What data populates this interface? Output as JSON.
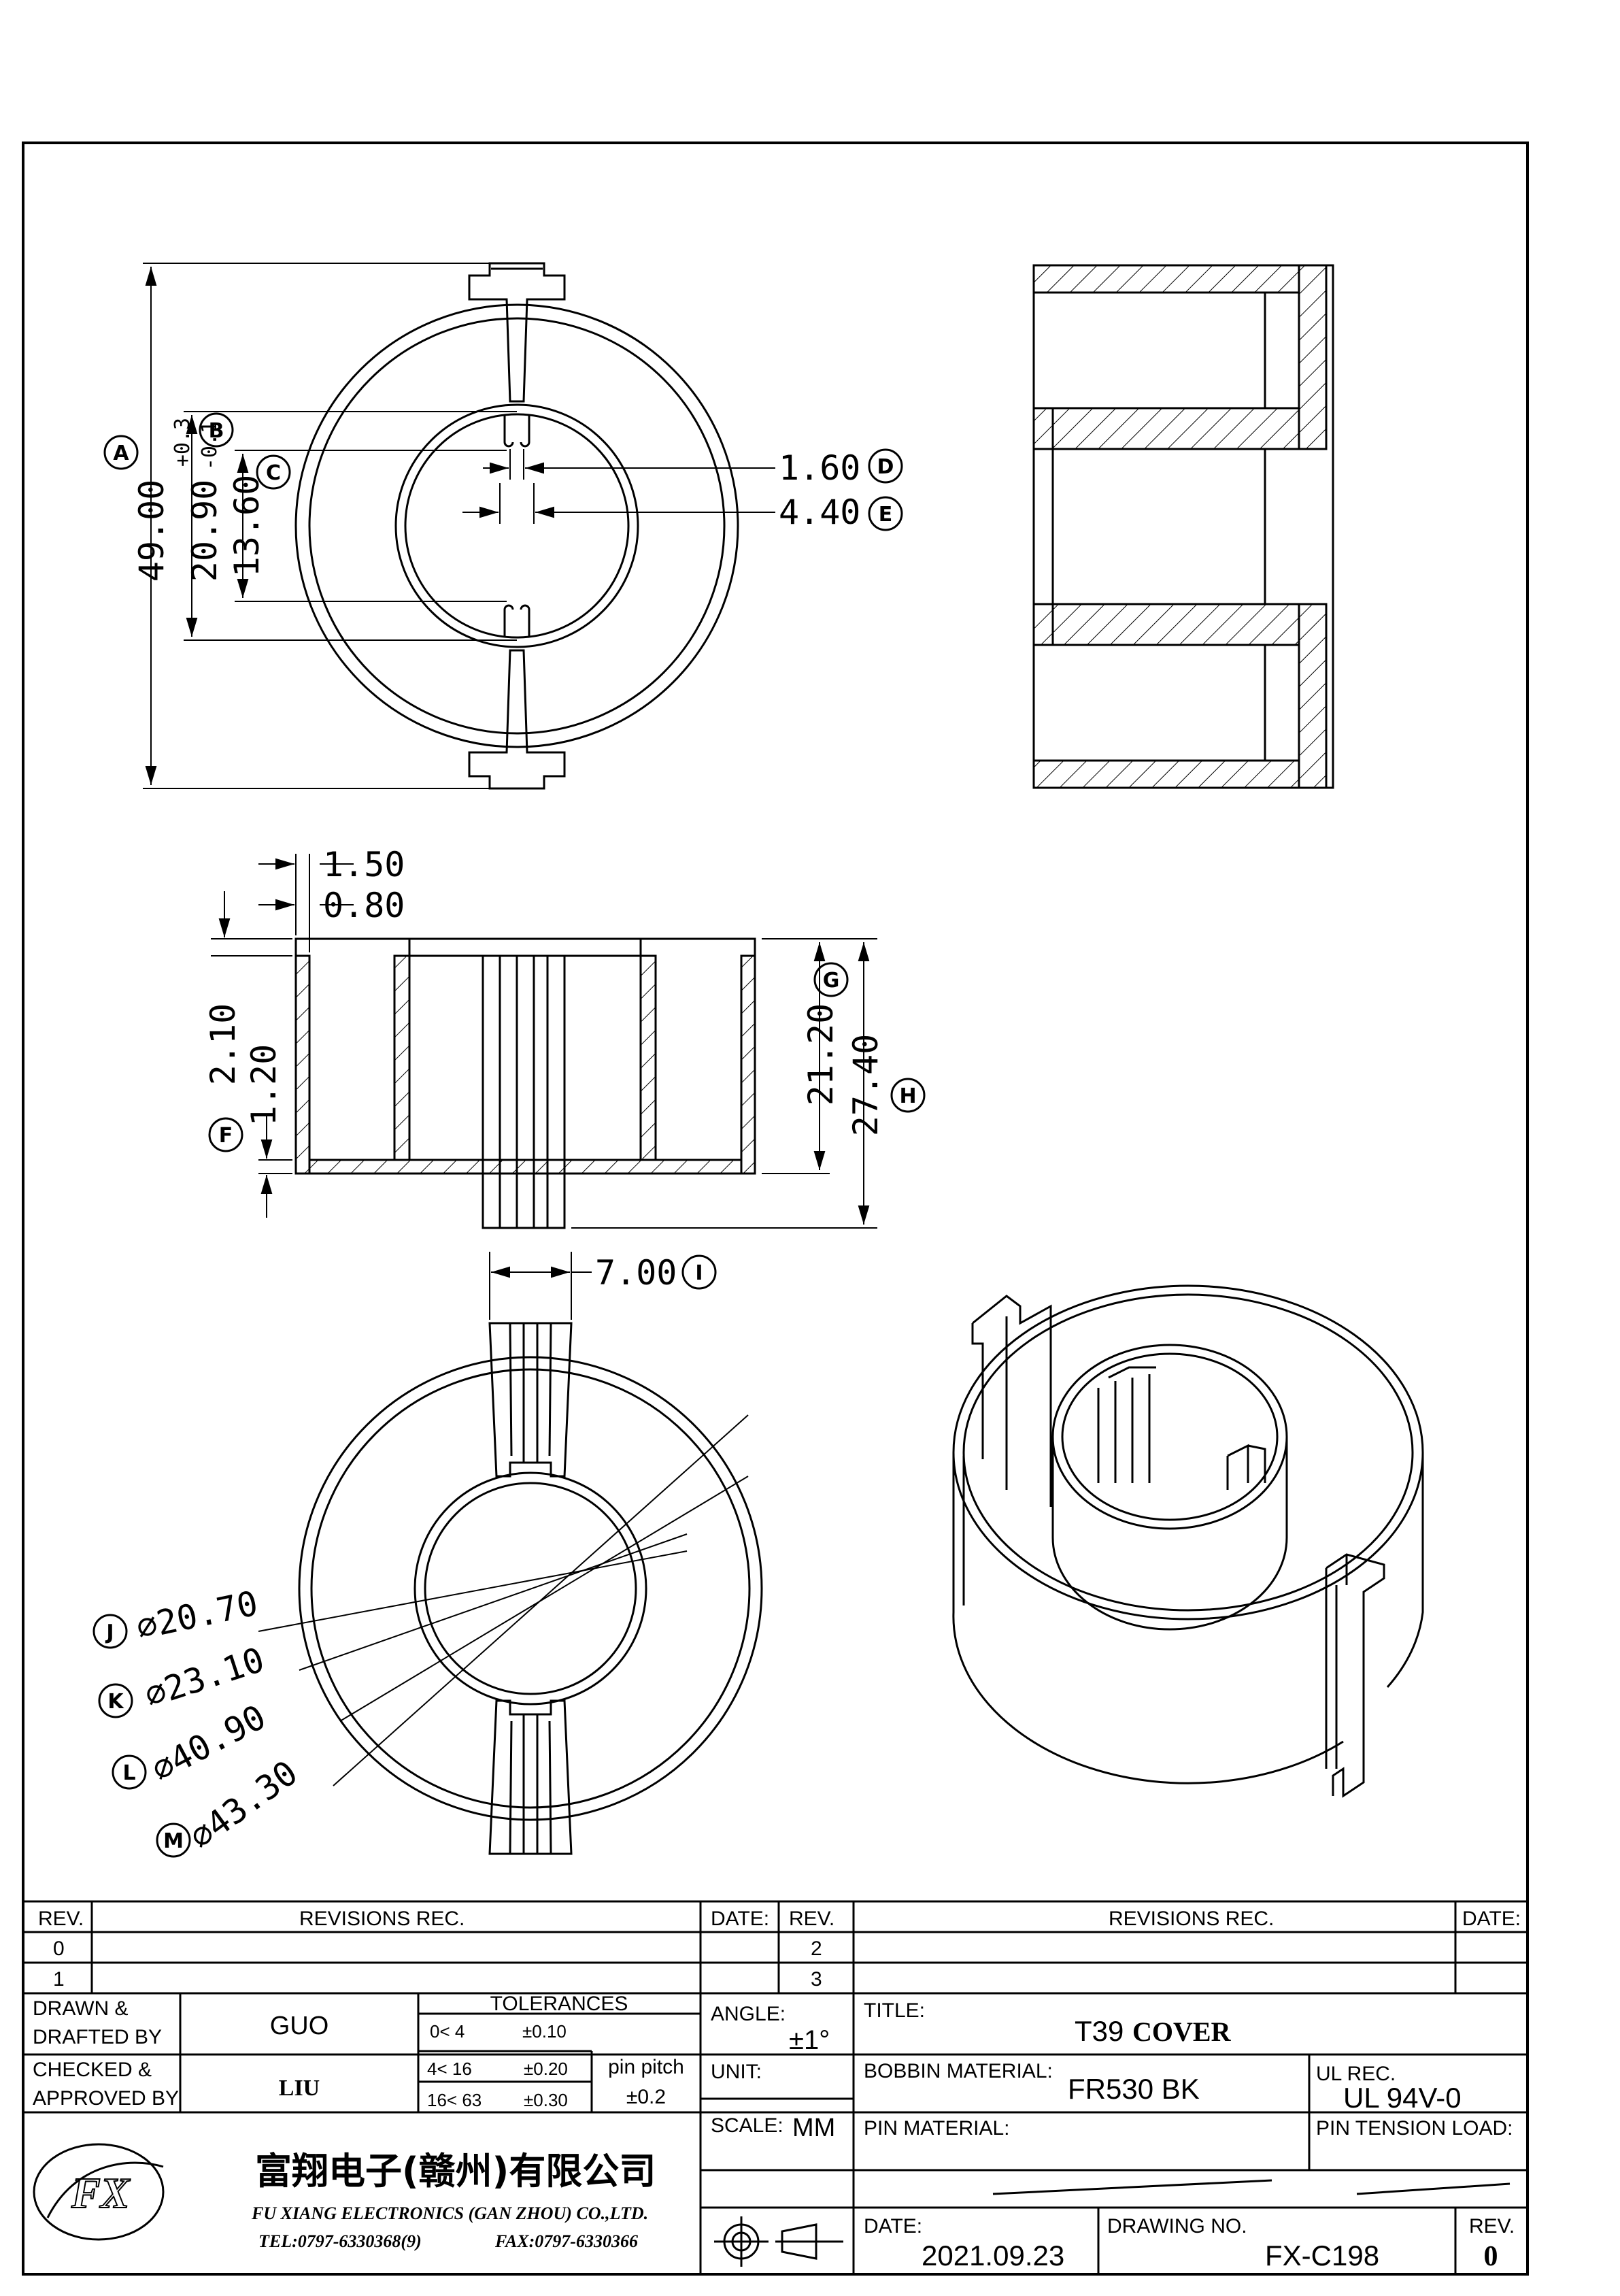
{
  "dimensions": {
    "top_view": {
      "A": "49.00",
      "B": "20.90",
      "B_tol_plus": "+0.3",
      "B_tol_minus": "-0.1",
      "C": "13.60",
      "D": "1.60",
      "E": "4.40"
    },
    "side_view": {
      "wall_thickness_a": "1.50",
      "wall_thickness_b": "0.80",
      "step_a": "2.10",
      "F": "1.20",
      "G": "21.20",
      "H": "27.40"
    },
    "bottom_view": {
      "I": "7.00",
      "J": "⌀20.70",
      "K": "⌀23.10",
      "L": "⌀40.90",
      "M": "⌀43.30"
    },
    "balloon_labels": [
      "A",
      "B",
      "C",
      "D",
      "E",
      "F",
      "G",
      "H",
      "I",
      "J",
      "K",
      "L",
      "M"
    ]
  },
  "title_block": {
    "rev_header": "REV.",
    "revisions_header": "REVISIONS   REC.",
    "date_header": "DATE:",
    "rev_rows_left": [
      "0",
      "1"
    ],
    "rev_rows_right": [
      "2",
      "3"
    ],
    "drawn_label_1": "DRAWN &",
    "drawn_label_2": "DRAFTED BY",
    "drawn_value": "GUO",
    "checked_label_1": "CHECKED &",
    "checked_label_2": "APPROVED BY",
    "checked_value": "LIU",
    "tolerances_header": "TOLERANCES",
    "tolerance_rows": [
      {
        "range": "0<   4",
        "tol": "±0.10"
      },
      {
        "range": "4<  16",
        "tol": "±0.20"
      },
      {
        "range": "16<  63",
        "tol": "±0.30"
      }
    ],
    "pin_pitch_label": "pin pitch",
    "pin_pitch_value": "±0.2",
    "angle_label": "ANGLE:",
    "angle_value": "±1°",
    "unit_label": "UNIT:",
    "unit_value": "MM",
    "scale_label": "SCALE:",
    "title_label": "TITLE:",
    "title_value_prefix": "T39",
    "title_value_bold": "COVER",
    "bobbin_material_label": "BOBBIN MATERIAL:",
    "bobbin_material_value": "FR530  BK",
    "ul_rec_label": "UL REC.",
    "ul_rec_value": "UL 94V-0",
    "pin_material_label": "PIN MATERIAL:",
    "pin_tension_label": "PIN TENSION LOAD:",
    "date_label": "DATE:",
    "date_value": "2021.09.23",
    "drawing_no_label": "DRAWING NO.",
    "drawing_no_value": "FX-C198",
    "rev_label": "REV.",
    "rev_value": "0",
    "company_cn": "富翔电子(赣州)有限公司",
    "company_en": "FU XIANG ELECTRONICS (GAN ZHOU) CO.,LTD.",
    "company_tel": "TEL:0797-6330368(9)",
    "company_fax": "FAX:0797-6330366",
    "logo_text": "FX"
  }
}
